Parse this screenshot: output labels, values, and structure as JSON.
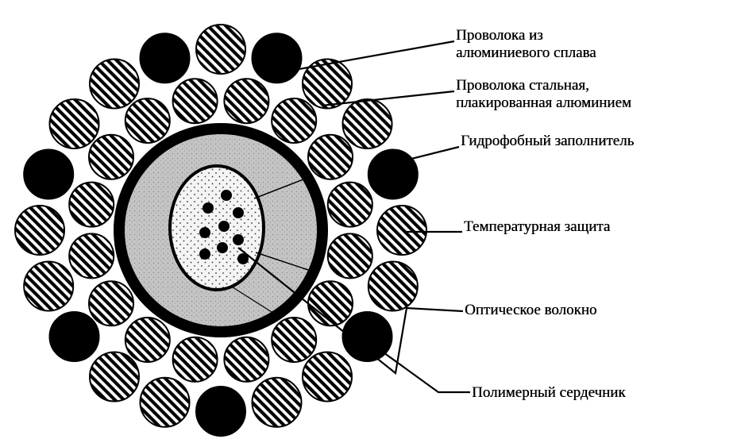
{
  "labels": {
    "alloy_wire": [
      "Проволока из",
      "алюминиевого сплава"
    ],
    "steel_wire": [
      "Проволока стальная,",
      "плакированная алюминием"
    ],
    "filler": "Гидрофобный заполнитель",
    "temperature": "Температурная защита",
    "optical_fiber": "Оптическое волокно",
    "core": "Полимерный сердечник"
  },
  "colors": {
    "ink": "#000000",
    "background": "#ffffff",
    "tube_fill": "#c8c8c8",
    "core_fill": "#f2f2f2"
  }
}
